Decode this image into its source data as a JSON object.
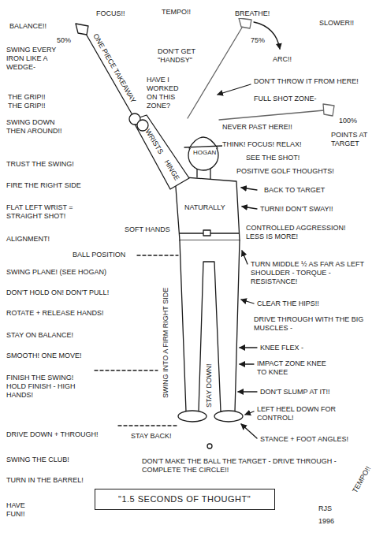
{
  "diagram": {
    "nodes": [
      {
        "text": [
          "\"1.5 SECONDS OF THOUGHT\""
        ]
      }
    ],
    "labels": [
      "BALANCE!!",
      "FOCUS!!",
      "TEMPO!!",
      "BREATHE!",
      "SLOWER!!",
      "50%",
      "SWING EVERY IRON LIKE A WEDGE-",
      "DON'T GET \"HANDSY\"",
      "75%",
      "ARC!!",
      "DON'T THROW IT FROM HERE!",
      "HAVE I WORKED ON THIS ZONE?",
      "THE GRIP!! THE GRIP!!",
      "FULL SHOT ZONE-",
      "100%",
      "SWING DOWN THEN AROUND!!",
      "NEVER PAST HERE!!",
      "POINTS AT TARGET",
      "THINK! FOCUS! RELAX!",
      "ONE PIECE TAKEAWAY",
      "HOGAN",
      "SEE THE SHOT!",
      "TRUST THE SWING!",
      "POSITIVE GOLF THOUGHTS!",
      "HINGE",
      "WRISTS",
      "FIRE THE RIGHT SIDE",
      "BACK TO TARGET",
      "NATURALLY",
      "TURN!! DON'T SWAY!!",
      "FLAT LEFT WRIST = STRAIGHT SHOT!",
      "CONTROLLED AGGRESSION! LESS IS MORE!",
      "SOFT HANDS",
      "ALIGNMENT!",
      "BALL POSITION",
      "TURN MIDDLE ½ AS FAR AS LEFT SHOULDER - TORQUE - RESISTANCE!",
      "SWING PLANE! (SEE HOGAN)",
      "SWING INTO A FIRM RIGHT SIDE",
      "DON'T HOLD ON! DON'T PULL!",
      "CLEAR THE HIPS!!",
      "ROTATE + RELEASE HANDS!",
      "DRIVE THROUGH WITH THE BIG MUSCLES -",
      "STAY ON BALANCE!",
      "KNEE FLEX -",
      "SMOOTH! ONE MOVE!",
      "IMPACT ZONE KNEE TO KNEE",
      "FINISH THE SWING! HOLD FINISH - HIGH HANDS!",
      "DON'T SLUMP AT IT!!",
      "STAY DOWN!",
      "LEFT HEEL DOWN FOR CONTROL!",
      "DRIVE DOWN + THROUGH!",
      "STAY BACK!",
      "STANCE + FOOT ANGLES!",
      "SWING THE CLUB!",
      "DON'T MAKE THE BALL THE TARGET - DRIVE THROUGH - COMPLETE THE CIRCLE!!",
      "TEMPO!!",
      "TURN IN THE BARREL!",
      "HAVE FUN!!",
      "RJS",
      "1996"
    ]
  }
}
